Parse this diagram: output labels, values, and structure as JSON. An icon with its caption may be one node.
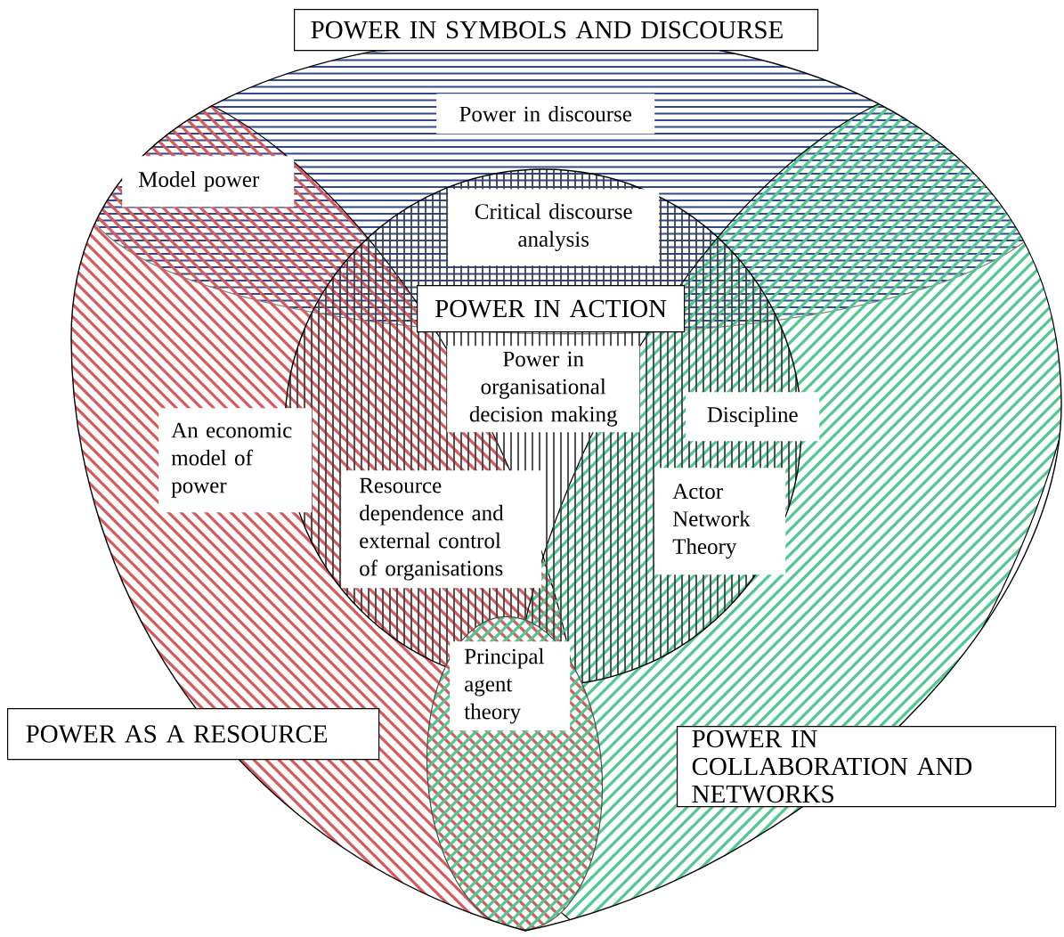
{
  "diagram": {
    "nodes": [
      {
        "text": [
          "POWER IN SYMBOLS AND DISCOURSE"
        ]
      },
      {
        "text": [
          "Power in discourse"
        ]
      },
      {
        "text": [
          "Model power"
        ]
      },
      {
        "text": [
          "Critical discourse analysis"
        ]
      },
      {
        "text": [
          "POWER IN ACTION"
        ]
      },
      {
        "text": [
          "Power in organisational decision making"
        ]
      },
      {
        "text": [
          "Discipline"
        ]
      },
      {
        "text": [
          "An economic model of power"
        ]
      },
      {
        "text": [
          "Resource dependence and external control of organisations"
        ]
      },
      {
        "text": [
          "Actor Network Theory"
        ]
      },
      {
        "text": [
          "Principal agent theory"
        ]
      },
      {
        "text": [
          "POWER AS A RESOURCE"
        ]
      },
      {
        "text": [
          "POWER IN COLLABORATION AND NETWORKS"
        ]
      }
    ]
  }
}
